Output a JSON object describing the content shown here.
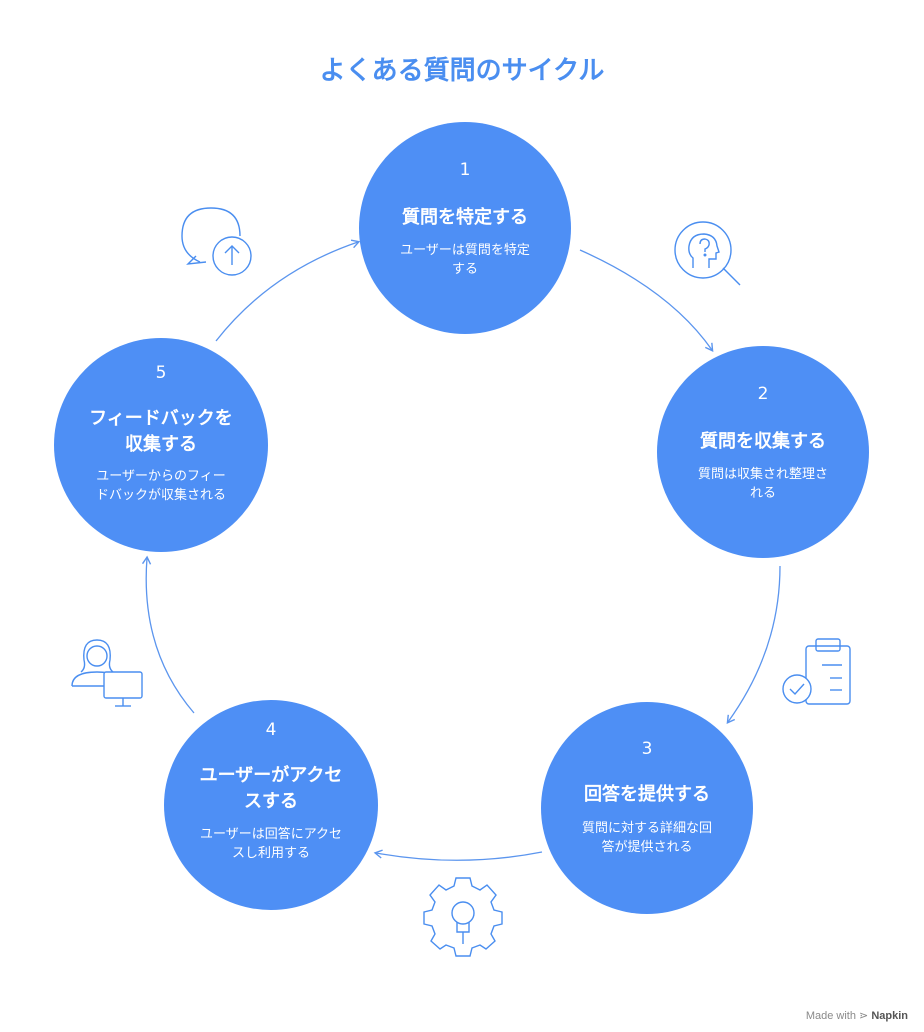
{
  "title": "よくある質問のサイクル",
  "colors": {
    "node": "#4E8FF5",
    "accent": "#4A8EF0",
    "line": "#5B95EE"
  },
  "steps": [
    {
      "num": "1",
      "head": "質問を特定する",
      "desc_l1": "ユーザーは質問を特定",
      "desc_l2": "する",
      "icon": "question-head-icon"
    },
    {
      "num": "2",
      "head": "質問を収集する",
      "desc_l1": "質問は収集され整理さ",
      "desc_l2": "れる",
      "icon": "clipboard-check-icon"
    },
    {
      "num": "3",
      "head": "回答を提供する",
      "desc_l1": "質問に対する詳細な回",
      "desc_l2": "答が提供される",
      "icon": "gear-lightbulb-icon"
    },
    {
      "num": "4",
      "head_l1": "ユーザーがアクセ",
      "head_l2": "スする",
      "desc_l1": "ユーザーは回答にアクセ",
      "desc_l2": "スし利用する",
      "icon": "user-computer-icon"
    },
    {
      "num": "5",
      "head_l1": "フィードバックを",
      "head_l2": "収集する",
      "desc_l1": "ユーザーからのフィー",
      "desc_l2": "ドバックが収集される",
      "icon": "chat-upload-icon"
    }
  ],
  "watermark": {
    "prefix": "Made with",
    "brand": "Napkin"
  }
}
